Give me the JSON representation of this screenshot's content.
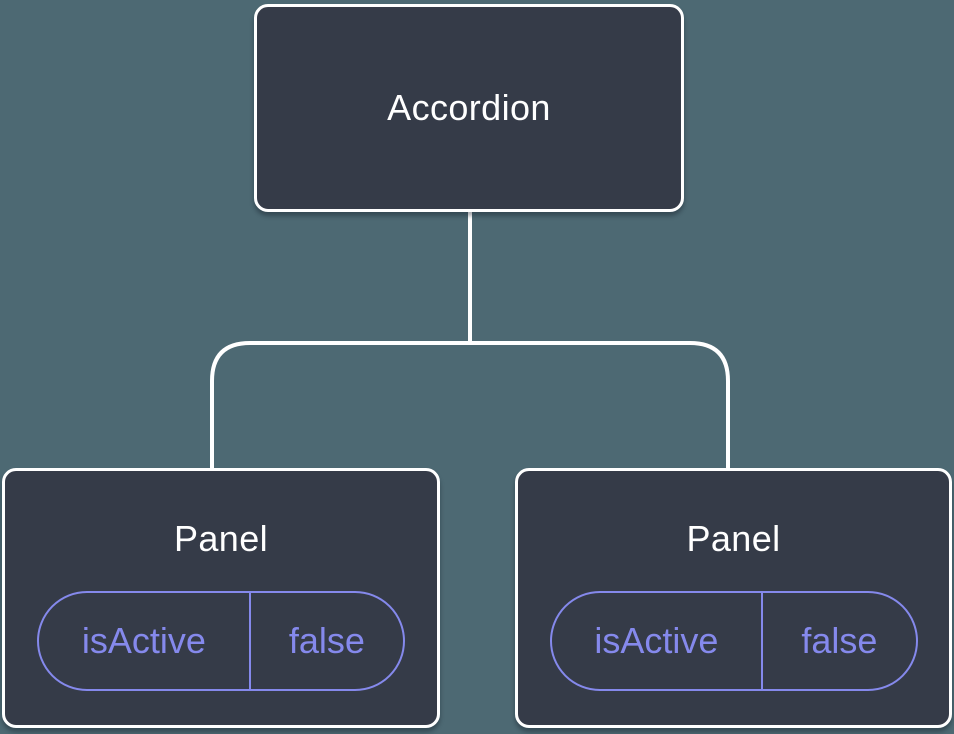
{
  "colors": {
    "background": "#4D6973",
    "node_fill": "#353B48",
    "node_border": "#FFFFFF",
    "node_text": "#FFFFFF",
    "connector": "#FFFFFF",
    "state_accent": "#8589EC"
  },
  "tree": {
    "root": {
      "label": "Accordion"
    },
    "children": [
      {
        "label": "Panel",
        "state": {
          "key": "isActive",
          "value": "false"
        }
      },
      {
        "label": "Panel",
        "state": {
          "key": "isActive",
          "value": "false"
        }
      }
    ]
  }
}
